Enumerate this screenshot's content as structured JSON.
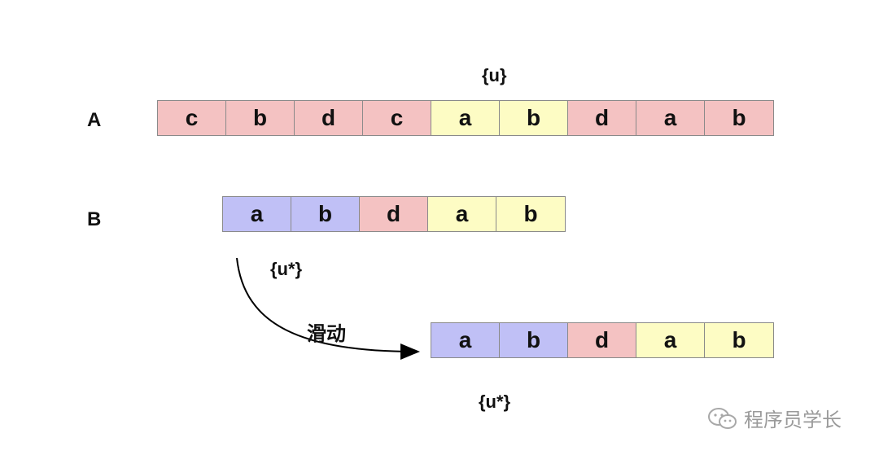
{
  "rows": {
    "a": {
      "label": "A",
      "cells": [
        {
          "letter": "c",
          "color": "#f4c2c2"
        },
        {
          "letter": "b",
          "color": "#f4c2c2"
        },
        {
          "letter": "d",
          "color": "#f4c2c2"
        },
        {
          "letter": "c",
          "color": "#f4c2c2"
        },
        {
          "letter": "a",
          "color": "#fdfcc4"
        },
        {
          "letter": "b",
          "color": "#fdfcc4"
        },
        {
          "letter": "d",
          "color": "#f4c2c2"
        },
        {
          "letter": "a",
          "color": "#f4c2c2"
        },
        {
          "letter": "b",
          "color": "#f4c2c2"
        }
      ]
    },
    "b": {
      "label": "B",
      "cells": [
        {
          "letter": "a",
          "color": "#c0c0f6"
        },
        {
          "letter": "b",
          "color": "#c0c0f6"
        },
        {
          "letter": "d",
          "color": "#f4c2c2"
        },
        {
          "letter": "a",
          "color": "#fdfcc4"
        },
        {
          "letter": "b",
          "color": "#fdfcc4"
        }
      ]
    },
    "shifted": {
      "cells": [
        {
          "letter": "a",
          "color": "#c0c0f6"
        },
        {
          "letter": "b",
          "color": "#c0c0f6"
        },
        {
          "letter": "d",
          "color": "#f4c2c2"
        },
        {
          "letter": "a",
          "color": "#fdfcc4"
        },
        {
          "letter": "b",
          "color": "#fdfcc4"
        }
      ]
    }
  },
  "annotations": {
    "u_top": "{u}",
    "u_star_b": "{u*}",
    "u_star_bottom": "{u*}",
    "slide": "滑动"
  },
  "watermark": {
    "text": "程序员学长",
    "icon": "wechat-icon"
  }
}
